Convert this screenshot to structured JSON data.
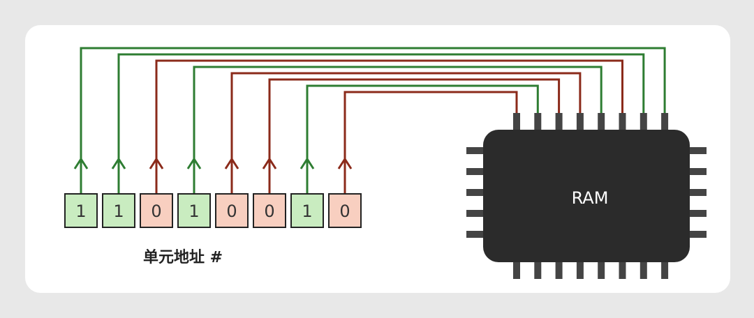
{
  "diagram": {
    "caption": "单元地址 #",
    "chip_label": "RAM",
    "bits": [
      "1",
      "1",
      "0",
      "1",
      "0",
      "0",
      "1",
      "0"
    ],
    "colors": {
      "one_line": "#2e7d32",
      "zero_line": "#8b2a1a",
      "one_fill": "#c9ecc0",
      "zero_fill": "#f8cfc0",
      "chip": "#2b2b2b",
      "pin": "#444444"
    }
  }
}
